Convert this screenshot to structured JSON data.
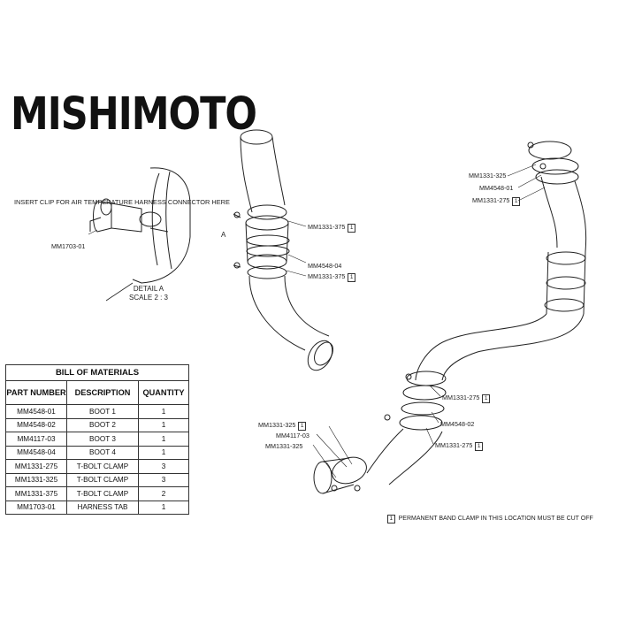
{
  "brand": "MISHIMOTO",
  "detail_view": {
    "note": "INSERT CLIP FOR AIR TEMPERATURE HARNESS CONNECTOR HERE",
    "part_label": "MM1703-01",
    "marker": "A",
    "caption_line1": "DETAIL A",
    "caption_line2": "SCALE 2 : 3"
  },
  "callouts": {
    "left_top": {
      "part": "MM1331-375",
      "box": "1"
    },
    "left_boot": {
      "part": "MM4548-04"
    },
    "left_bottom": {
      "part": "MM1331-375",
      "box": "1"
    },
    "right_top_a": {
      "part": "MM1331-325"
    },
    "right_top_b": {
      "part": "MM4548-01"
    },
    "right_top_c": {
      "part": "MM1331-275",
      "box": "1"
    },
    "right_mid_a": {
      "part": "MM1331-275",
      "box": "1"
    },
    "right_mid_b": {
      "part": "MM4548-02"
    },
    "right_mid_c": {
      "part": "MM1331-275",
      "box": "1"
    },
    "bottom_a": {
      "part": "MM1331-325",
      "box": "1"
    },
    "bottom_b": {
      "part": "MM4117-03"
    },
    "bottom_c": {
      "part": "MM1331-325"
    }
  },
  "bom": {
    "title": "BILL OF MATERIALS",
    "headers": [
      "PART NUMBER",
      "DESCRIPTION",
      "QUANTITY"
    ],
    "rows": [
      [
        "MM4548-01",
        "BOOT 1",
        "1"
      ],
      [
        "MM4548-02",
        "BOOT 2",
        "1"
      ],
      [
        "MM4117-03",
        "BOOT 3",
        "1"
      ],
      [
        "MM4548-04",
        "BOOT 4",
        "1"
      ],
      [
        "MM1331-275",
        "T-BOLT CLAMP",
        "3"
      ],
      [
        "MM1331-325",
        "T-BOLT CLAMP",
        "3"
      ],
      [
        "MM1331-375",
        "T-BOLT CLAMP",
        "2"
      ],
      [
        "MM1703-01",
        "HARNESS TAB",
        "1"
      ]
    ]
  },
  "footnote": {
    "box": "1",
    "text": "PERMANENT BAND CLAMP IN THIS LOCATION MUST BE CUT OFF"
  }
}
